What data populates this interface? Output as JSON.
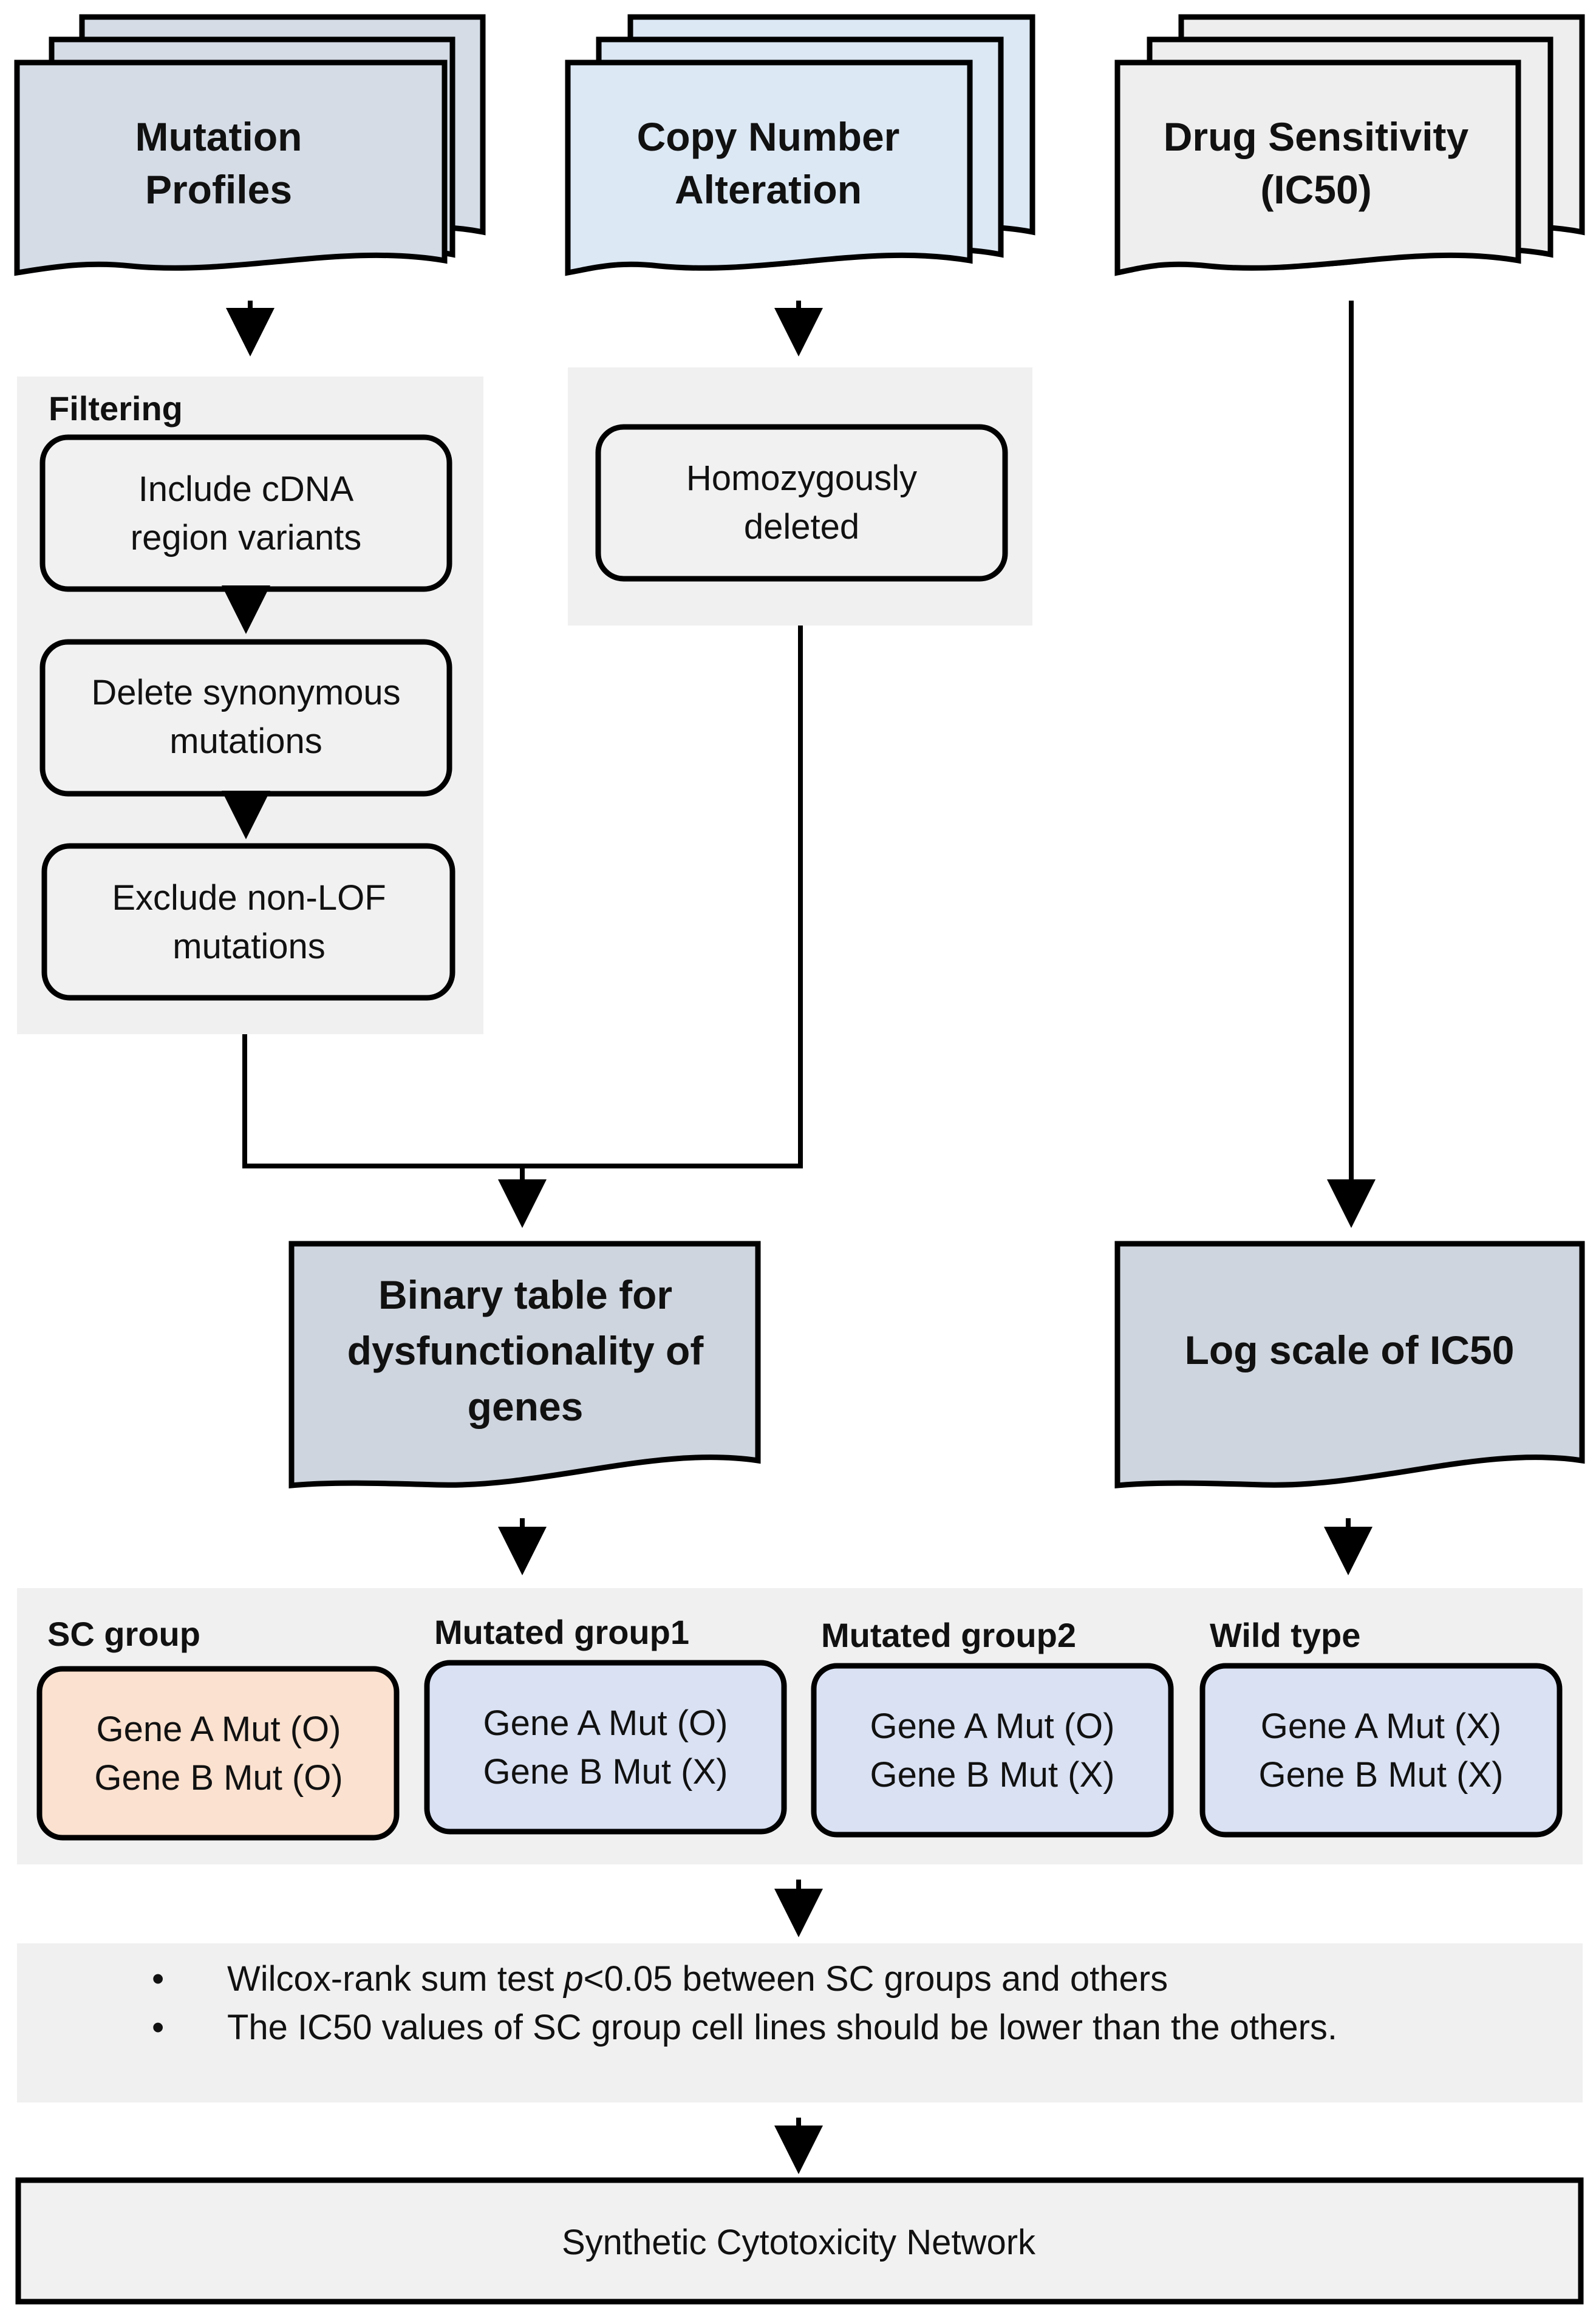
{
  "colors": {
    "mutation_doc": "#d5dce6",
    "copy_number_doc": "#dce8f4",
    "drug_doc": "#eeeeee",
    "output_doc": "#cfd5de",
    "panel_bg": "#f0f0f0",
    "box_bg": "#f1f1f1",
    "sc_group_fill": "#fbe1cf",
    "group_fill": "#d9e1f3",
    "stroke": "#000000"
  },
  "inputs": {
    "mutation": [
      "Mutation",
      "Profiles"
    ],
    "copy_number": [
      "Copy Number",
      "Alteration"
    ],
    "drug": [
      "Drug Sensitivity",
      "(IC50)"
    ]
  },
  "filtering": {
    "title": "Filtering",
    "steps": [
      [
        "Include cDNA",
        "region variants"
      ],
      [
        "Delete synonymous",
        "mutations"
      ],
      [
        "Exclude non-LOF",
        "mutations"
      ]
    ]
  },
  "copy_number_step": [
    "Homozygously",
    "deleted"
  ],
  "outputs": {
    "binary_table": [
      "Binary table for",
      "dysfunctionality of",
      "genes"
    ],
    "log_scale": [
      "Log scale of IC50"
    ]
  },
  "groups": [
    {
      "title": "SC group",
      "lines": [
        "Gene A Mut (O)",
        "Gene B Mut (O)"
      ]
    },
    {
      "title": "Mutated group1",
      "lines": [
        "Gene A Mut (O)",
        "Gene B Mut (X)"
      ]
    },
    {
      "title": "Mutated group2",
      "lines": [
        "Gene A Mut (O)",
        "Gene B Mut (X)"
      ]
    },
    {
      "title": "Wild type",
      "lines": [
        "Gene A Mut (X)",
        "Gene B Mut (X)"
      ]
    }
  ],
  "criteria": {
    "bullet": "•",
    "line1_before": "Wilcox-rank sum test ",
    "line1_italic": "p",
    "line1_after": "<0.05 between SC groups and others",
    "line2": "The IC50 values of SC group cell lines should be lower than the others."
  },
  "final": "Synthetic Cytotoxicity Network"
}
